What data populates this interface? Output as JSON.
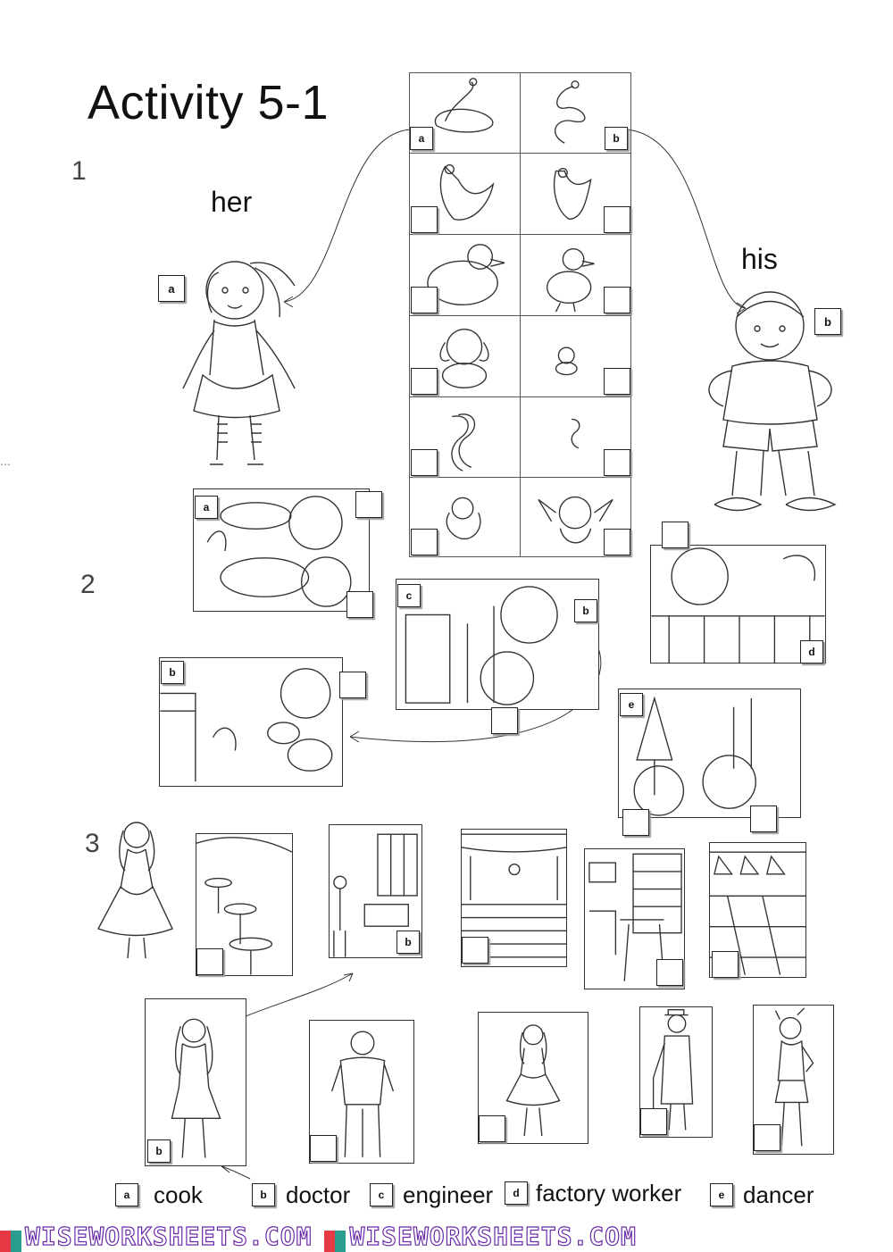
{
  "title": "Activity 5-1",
  "sections": [
    "1",
    "2",
    "3"
  ],
  "pronouns": {
    "her": "her",
    "his": "his"
  },
  "grid_letters": {
    "a": "a",
    "b": "b"
  },
  "section1_boxes": {
    "girl": "a",
    "boy": "b"
  },
  "section2_boxes": {
    "pond": "a",
    "farm": "b",
    "town": "c",
    "town_inner": "b",
    "zoo": "d",
    "forest": "e"
  },
  "section3_boxes": {
    "hospital": "b",
    "woman": "b"
  },
  "answers": [
    {
      "letter": "a",
      "word": "cook"
    },
    {
      "letter": "b",
      "word": "doctor"
    },
    {
      "letter": "c",
      "word": "engineer"
    },
    {
      "letter": "d",
      "word": "factory worker"
    },
    {
      "letter": "e",
      "word": "dancer"
    }
  ],
  "footer": [
    "WISEWORKSHEETS.COM",
    "WISEWORKSHEETS.COM"
  ],
  "side_text": "..."
}
